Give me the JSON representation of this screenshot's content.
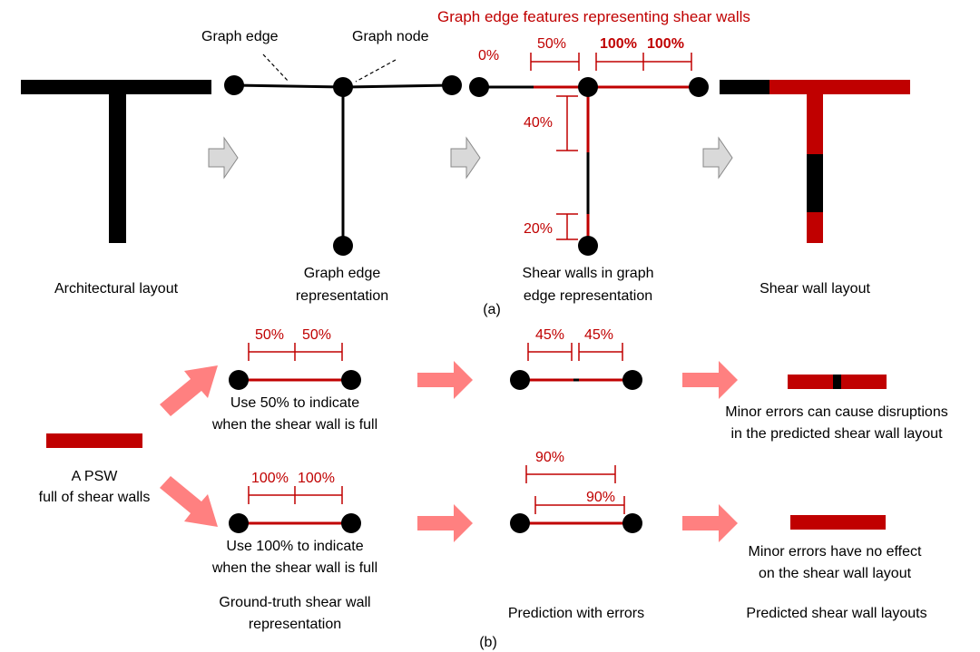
{
  "part_a": {
    "title": "Graph edge features representing shear walls",
    "callouts": {
      "edge": "Graph edge",
      "node": "Graph node"
    },
    "captions": {
      "architectural": "Architectural layout",
      "graph_line1": "Graph edge",
      "graph_line2": "representation",
      "shear_graph_line1": "Shear walls in graph",
      "shear_graph_line2": "edge representation",
      "shear_layout": "Shear wall layout"
    },
    "percentages": {
      "left_edge": "0%",
      "top_left": "50%",
      "top_right_1": "100%",
      "top_right_2": "100%",
      "vertical_upper": "40%",
      "vertical_lower": "20%"
    },
    "label": "(a)"
  },
  "part_b": {
    "psw_line1": "A PSW",
    "psw_line2": "full of shear walls",
    "row1": {
      "seg1": "50%",
      "seg2": "50%",
      "text_line1": "Use 50% to indicate",
      "text_line2": "when the shear wall is full",
      "pred1": "45%",
      "pred2": "45%",
      "result_line1": "Minor errors can cause disruptions",
      "result_line2": "in the predicted shear wall layout"
    },
    "row2": {
      "seg1": "100%",
      "seg2": "100%",
      "text_line1": "Use 100% to indicate",
      "text_line2": "when the shear wall is full",
      "pred1": "90%",
      "pred2": "90%",
      "result_line1": "Minor errors have no effect",
      "result_line2": "on the shear wall layout"
    },
    "captions": {
      "ground_line1": "Ground-truth shear wall",
      "ground_line2": "representation",
      "prediction": "Prediction with errors",
      "predicted": "Predicted shear wall layouts"
    },
    "label": "(b)"
  },
  "colors": {
    "red": "#c00000",
    "black": "#000000",
    "pink_arrow": "#ff8080",
    "grey_arrow": "#d9d9d9"
  }
}
